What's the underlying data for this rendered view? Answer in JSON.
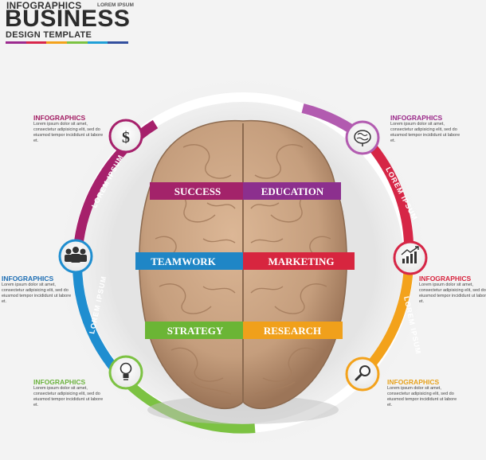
{
  "header": {
    "small": "INFOGRAPHICS",
    "lorem": "LOREM IPSUM",
    "big": "BUSINESS",
    "sub": "DESIGN TEMPLATE",
    "bar_colors": [
      "#9c2a8f",
      "#d8264b",
      "#f3a21b",
      "#7cc242",
      "#1f9fd7",
      "#324f9e"
    ]
  },
  "info_blocks": [
    {
      "title": "INFOGRAPHICS",
      "text": "Lorem ipsum dolor sit amet, consectetur adipisicing elit, sed do eiusmod tempor incididunt ut labore et.",
      "color": "#a31e64"
    },
    {
      "title": "INFOGRAPHICS",
      "text": "Lorem ipsum dolor sit amet, consectetur adipisicing elit, sed do eiusmod tempor incididunt ut labore et.",
      "color": "#1f6fb4"
    },
    {
      "title": "INFOGRAPHICS",
      "text": "Lorem ipsum dolor sit amet, consectetur adipisicing elit, sed do eiusmod tempor incididunt ut labore et.",
      "color": "#6cb33f"
    },
    {
      "title": "INFOGRAPHICS",
      "text": "Lorem ipsum dolor sit amet, consectetur adipisicing elit, sed do eiusmod tempor incididunt ut labore et.",
      "color": "#9b2a8a"
    },
    {
      "title": "INFOGRAPHICS",
      "text": "Lorem ipsum dolor sit amet, consectetur adipisicing elit, sed do eiusmod tempor incididunt ut labore et.",
      "color": "#d8253f"
    },
    {
      "title": "INFOGRAPHICS",
      "text": "Lorem ipsum dolor sit amet, consectetur adipisicing elit, sed do eiusmod tempor incididunt ut labore et.",
      "color": "#e7a21c"
    }
  ],
  "ring_labels": [
    "LOREM IPSUM",
    "LOREM IPSUM",
    "LOREM IPSUM",
    "LOREM IPSUM"
  ],
  "ring_colors": {
    "magenta": "#a6206b",
    "blue": "#1f8ed0",
    "green": "#7cc242",
    "purple": "#b25bb0",
    "red": "#d62646",
    "orange": "#f3a21b"
  },
  "brain_labels": [
    {
      "text": "SUCCESS",
      "color": "#a3236a"
    },
    {
      "text": "EDUCATION",
      "color": "#8c2f8e"
    },
    {
      "text": "TEAMWORK",
      "color": "#1f86c6"
    },
    {
      "text": "MARKETING",
      "color": "#d7253f"
    },
    {
      "text": "STRATEGY",
      "color": "#6bb535"
    },
    {
      "text": "RESEARCH",
      "color": "#f0a01b"
    }
  ],
  "icons": [
    "dollar-icon",
    "team-icon",
    "lightbulb-icon",
    "brain-icon",
    "growth-chart-icon",
    "magnifier-icon"
  ]
}
